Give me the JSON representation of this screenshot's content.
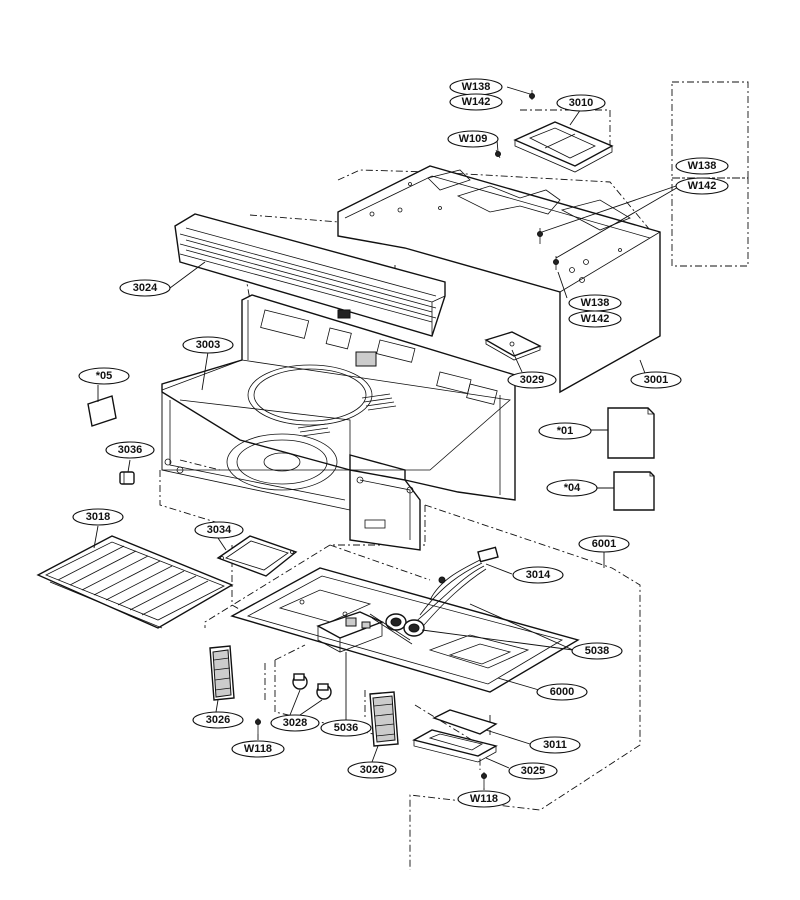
{
  "callouts": {
    "w138_top": "W138",
    "w142_top": "W142",
    "p3010": "3010",
    "w109": "W109",
    "w138_side": "W138",
    "w142_side": "W142",
    "p3024": "3024",
    "w138_mid": "W138",
    "w142_mid": "W142",
    "p3003": "3003",
    "p3029": "3029",
    "p3001": "3001",
    "s05": "*05",
    "s01": "*01",
    "p3036": "3036",
    "s04": "*04",
    "p3018": "3018",
    "p3034": "3034",
    "p6001": "6001",
    "p3014": "3014",
    "p5038": "5038",
    "p6000": "6000",
    "p3026_left": "3026",
    "p3028": "3028",
    "p5036": "5036",
    "w118_left": "W118",
    "p3026_mid": "3026",
    "p3011": "3011",
    "p3025": "3025",
    "w118_bottom": "W118"
  }
}
